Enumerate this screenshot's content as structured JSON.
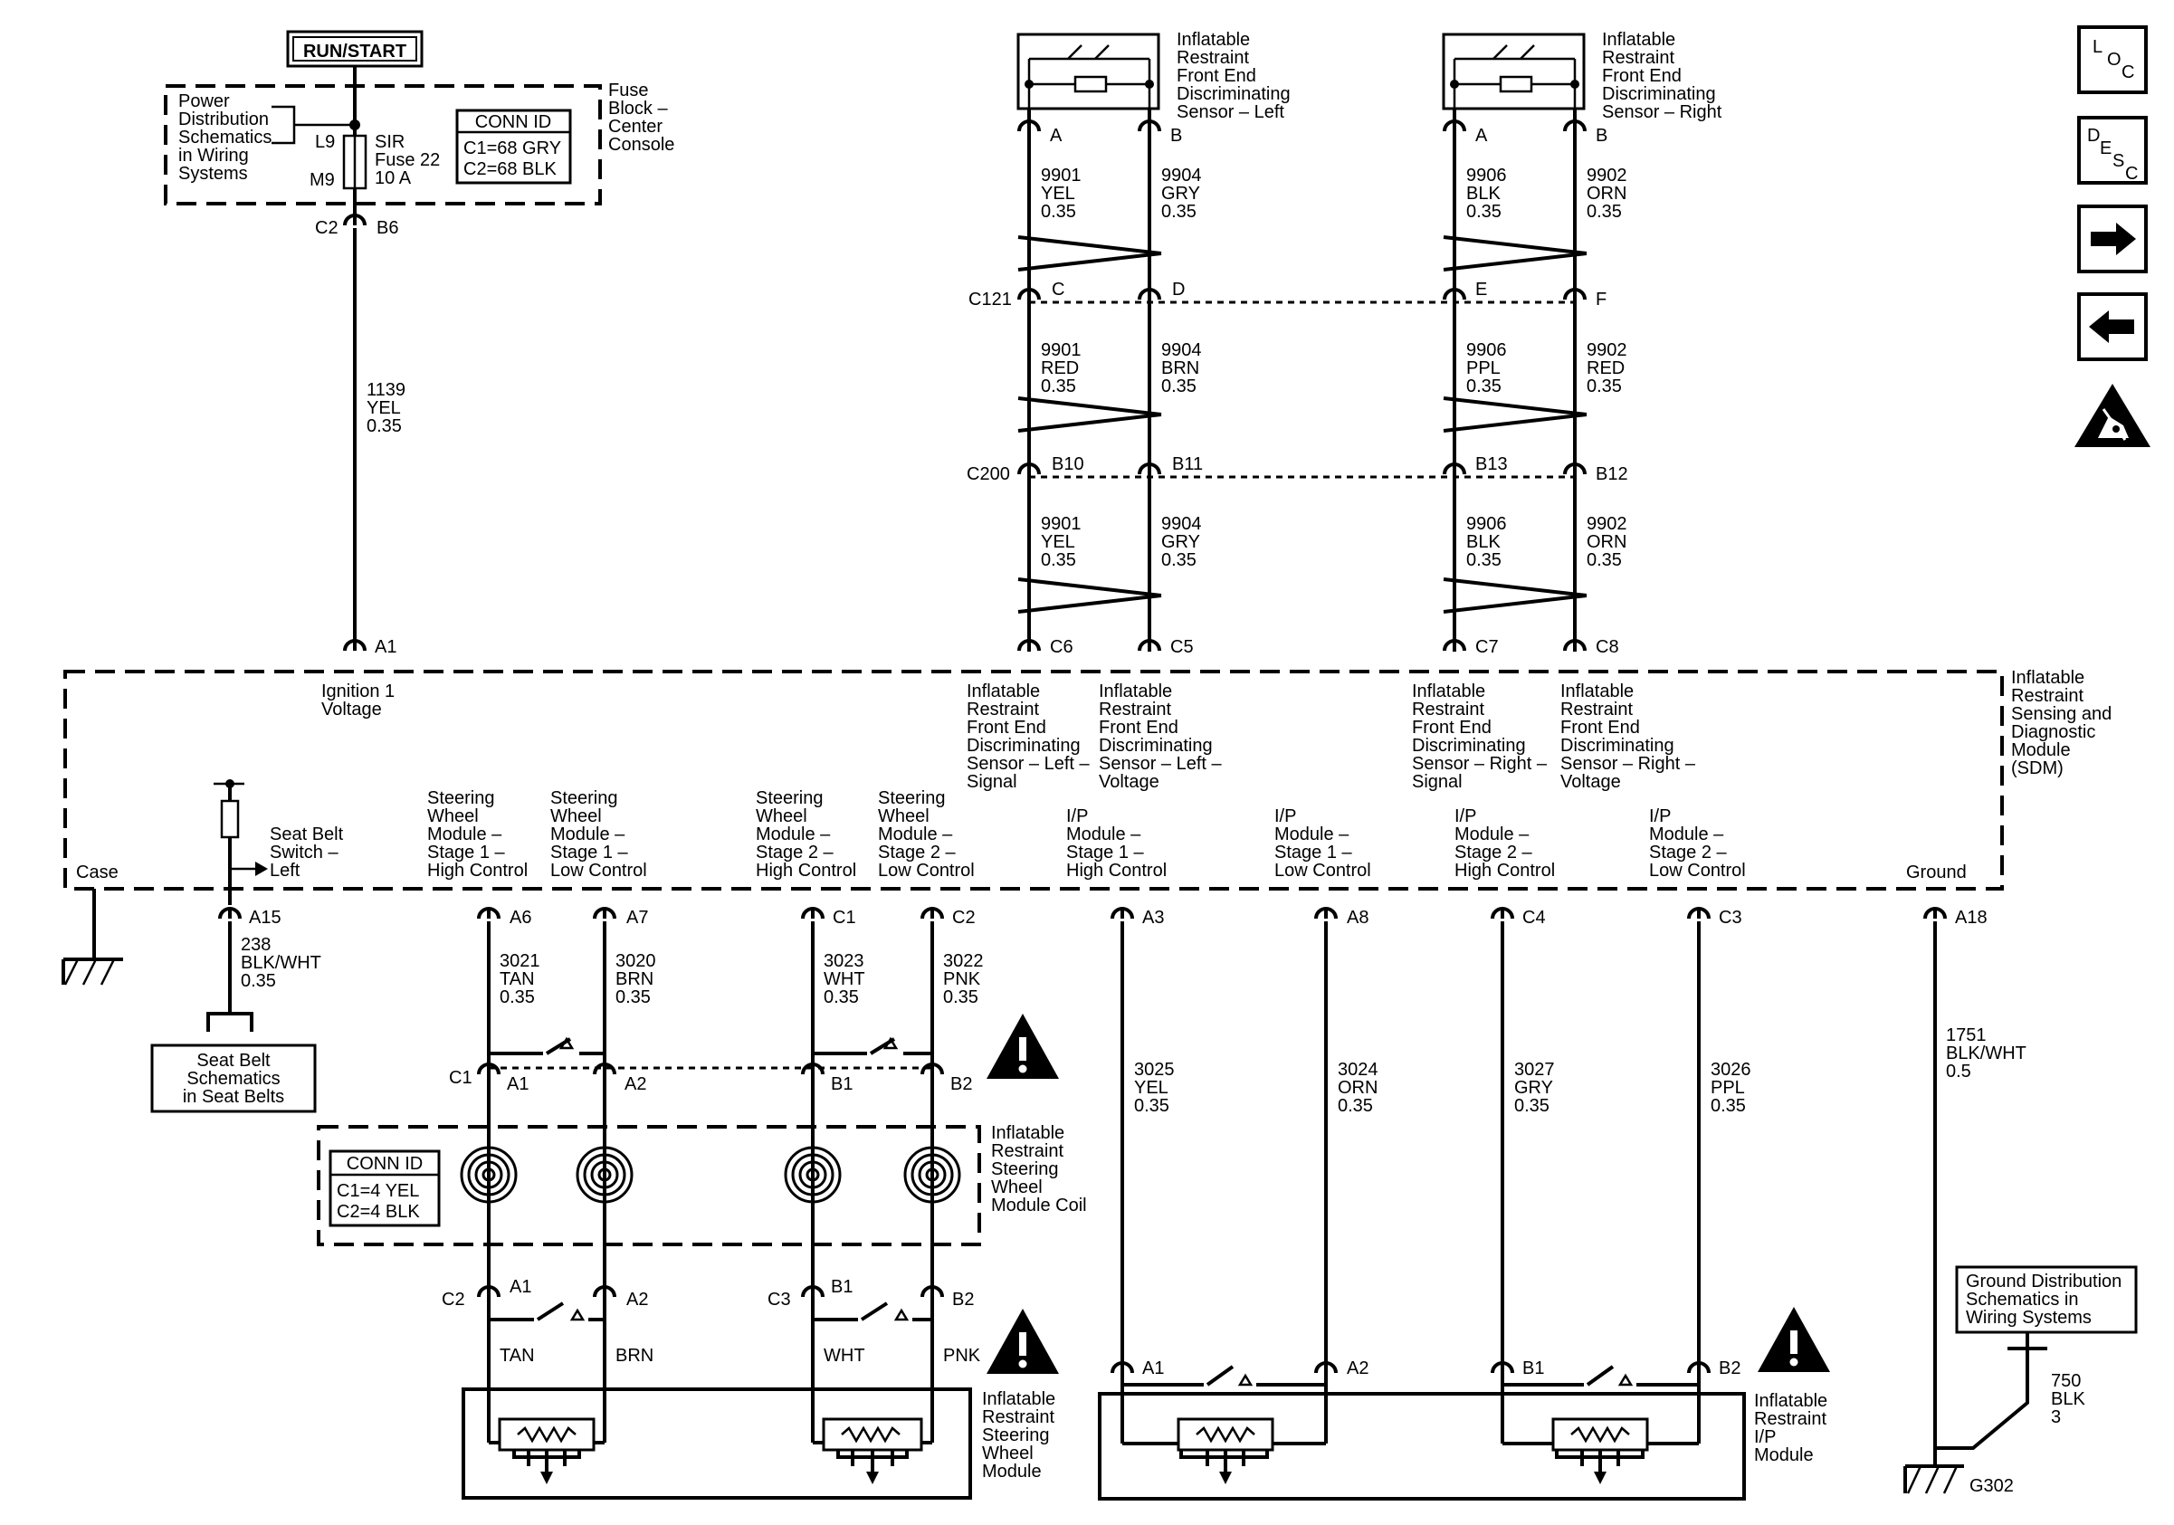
{
  "power": {
    "run_start": "RUN/START",
    "power_dist": [
      "Power",
      "Distribution",
      "Schematics",
      "in Wiring",
      "Systems"
    ],
    "fuse_block": [
      "Fuse",
      "Block –",
      "Center",
      "Console"
    ],
    "fuse_l9": "L9",
    "fuse_m9": "M9",
    "fuse_name": [
      "SIR",
      "Fuse 22",
      "10 A"
    ],
    "conn_id": {
      "title": "CONN ID",
      "c1": "C1=68 GRY",
      "c2": "C2=68 BLK"
    },
    "c2": "C2",
    "b6": "B6",
    "wire": [
      "1139",
      "YEL",
      "0.35"
    ]
  },
  "sensors": {
    "left_label": [
      "Inflatable",
      "Restraint",
      "Front End",
      "Discriminating",
      "Sensor – Left"
    ],
    "right_label": [
      "Inflatable",
      "Restraint",
      "Front End",
      "Discriminating",
      "Sensor – Right"
    ],
    "pins": {
      "a": "A",
      "b": "B"
    },
    "seg1": {
      "w1": [
        "9901",
        "YEL",
        "0.35"
      ],
      "w2": [
        "9904",
        "GRY",
        "0.35"
      ],
      "w3": [
        "9906",
        "BLK",
        "0.35"
      ],
      "w4": [
        "9902",
        "ORN",
        "0.35"
      ]
    },
    "c121": {
      "name": "C121",
      "p1": "C",
      "p2": "D",
      "p3": "E",
      "p4": "F"
    },
    "seg2": {
      "w1": [
        "9901",
        "RED",
        "0.35"
      ],
      "w2": [
        "9904",
        "BRN",
        "0.35"
      ],
      "w3": [
        "9906",
        "PPL",
        "0.35"
      ],
      "w4": [
        "9902",
        "RED",
        "0.35"
      ]
    },
    "c200": {
      "name": "C200",
      "p1": "B10",
      "p2": "B11",
      "p3": "B13",
      "p4": "B12"
    },
    "seg3": {
      "w1": [
        "9901",
        "YEL",
        "0.35"
      ],
      "w2": [
        "9904",
        "GRY",
        "0.35"
      ],
      "w3": [
        "9906",
        "BLK",
        "0.35"
      ],
      "w4": [
        "9902",
        "ORN",
        "0.35"
      ]
    },
    "sdm_pins": {
      "p1": "C6",
      "p2": "C5",
      "p3": "C7",
      "p4": "C8"
    }
  },
  "sdm": {
    "title": [
      "Inflatable",
      "Restraint",
      "Sensing and",
      "Diagnostic",
      "Module",
      "(SDM)"
    ],
    "a1": "A1",
    "ign": [
      "Ignition 1",
      "Voltage"
    ],
    "sig_left_signal": [
      "Inflatable",
      "Restraint",
      "Front End",
      "Discriminating",
      "Sensor – Left –",
      "Signal"
    ],
    "sig_left_voltage": [
      "Inflatable",
      "Restraint",
      "Front End",
      "Discriminating",
      "Sensor – Left –",
      "Voltage"
    ],
    "sig_right_signal": [
      "Inflatable",
      "Restraint",
      "Front End",
      "Discriminating",
      "Sensor – Right –",
      "Signal"
    ],
    "sig_right_voltage": [
      "Inflatable",
      "Restraint",
      "Front End",
      "Discriminating",
      "Sensor – Right –",
      "Voltage"
    ],
    "case": "Case",
    "seatbelt_switch": [
      "Seat Belt",
      "Switch –",
      "Left"
    ],
    "sw1_high": [
      "Steering",
      "Wheel",
      "Module –",
      "Stage 1 –",
      "High Control"
    ],
    "sw1_low": [
      "Steering",
      "Wheel",
      "Module –",
      "Stage 1 –",
      "Low Control"
    ],
    "sw2_high": [
      "Steering",
      "Wheel",
      "Module –",
      "Stage 2 –",
      "High Control"
    ],
    "sw2_low": [
      "Steering",
      "Wheel",
      "Module –",
      "Stage 2 –",
      "Low Control"
    ],
    "ip1_high": [
      "I/P",
      "Module –",
      "Stage 1 –",
      "High Control"
    ],
    "ip1_low": [
      "I/P",
      "Module –",
      "Stage 1 –",
      "Low Control"
    ],
    "ip2_high": [
      "I/P",
      "Module –",
      "Stage 2 –",
      "High Control"
    ],
    "ip2_low": [
      "I/P",
      "Module –",
      "Stage 2 –",
      "Low Control"
    ],
    "ground": "Ground"
  },
  "bottom_pins": {
    "a15": "A15",
    "a6": "A6",
    "a7": "A7",
    "c1": "C1",
    "c2": "C2",
    "a3": "A3",
    "a8": "A8",
    "c4": "C4",
    "c3": "C3",
    "a18": "A18"
  },
  "wires": {
    "seatbelt": [
      "238",
      "BLK/WHT",
      "0.35"
    ],
    "w3021": [
      "3021",
      "TAN",
      "0.35"
    ],
    "w3020": [
      "3020",
      "BRN",
      "0.35"
    ],
    "w3023": [
      "3023",
      "WHT",
      "0.35"
    ],
    "w3022": [
      "3022",
      "PNK",
      "0.35"
    ],
    "w3025": [
      "3025",
      "YEL",
      "0.35"
    ],
    "w3024": [
      "3024",
      "ORN",
      "0.35"
    ],
    "w3027": [
      "3027",
      "GRY",
      "0.35"
    ],
    "w3026": [
      "3026",
      "PPL",
      "0.35"
    ],
    "w1751": [
      "1751",
      "BLK/WHT",
      "0.5"
    ],
    "w750": [
      "750",
      "BLK",
      "3"
    ]
  },
  "seatbelt_schem": [
    "Seat Belt",
    "Schematics",
    "in Seat Belts"
  ],
  "coil": {
    "c1": "C1",
    "a1": "A1",
    "a2": "A2",
    "b1": "B1",
    "b2": "B2",
    "conn_id": {
      "title": "CONN ID",
      "c1": "C1=4 YEL",
      "c2": "C2=4 BLK"
    },
    "label": [
      "Inflatable",
      "Restraint",
      "Steering",
      "Wheel",
      "Module Coil"
    ],
    "c2": "C2",
    "c3": "C3",
    "a1b": "A1",
    "a2b": "A2",
    "b1b": "B1",
    "b2b": "B2"
  },
  "sw_module": {
    "tan": "TAN",
    "brn": "BRN",
    "wht": "WHT",
    "pnk": "PNK",
    "label": [
      "Inflatable",
      "Restraint",
      "Steering",
      "Wheel",
      "Module"
    ]
  },
  "ip_module": {
    "a1": "A1",
    "a2": "A2",
    "b1": "B1",
    "b2": "B2",
    "label": [
      "Inflatable",
      "Restraint",
      "I/P",
      "Module"
    ]
  },
  "ground_dist": [
    "Ground Distribution",
    "Schematics in",
    "Wiring Systems"
  ],
  "g302": "G302",
  "nav": {
    "loc": [
      "L",
      "O",
      "C"
    ],
    "desc": [
      "D",
      "E",
      "S",
      "C"
    ]
  }
}
